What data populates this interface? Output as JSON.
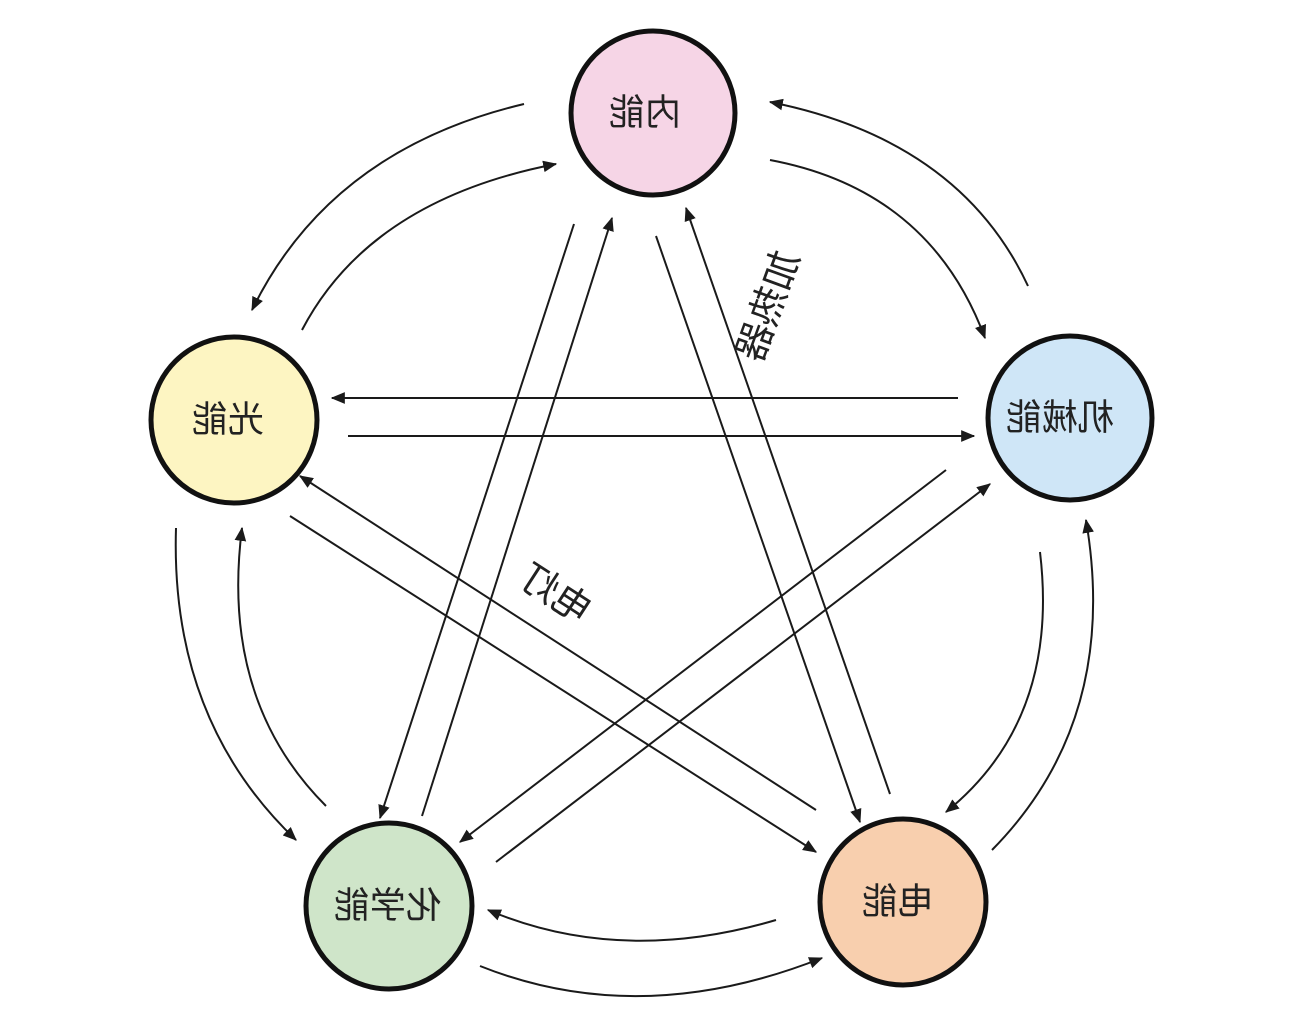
{
  "nodes": {
    "internal": {
      "label": "内能",
      "color": "#f6d5e6"
    },
    "mechanical": {
      "label": "机械能",
      "color": "#cfe6f7"
    },
    "light": {
      "label": "光能",
      "color": "#fdf5c2"
    },
    "chemical": {
      "label": "化学能",
      "color": "#cfe5c9"
    },
    "electric": {
      "label": "电能",
      "color": "#f8cfae"
    }
  },
  "edge_labels": {
    "heater": "加热器",
    "lamp": "电灯"
  },
  "colors": {
    "stroke": "#111111",
    "arrow": "#1a1a1a"
  }
}
